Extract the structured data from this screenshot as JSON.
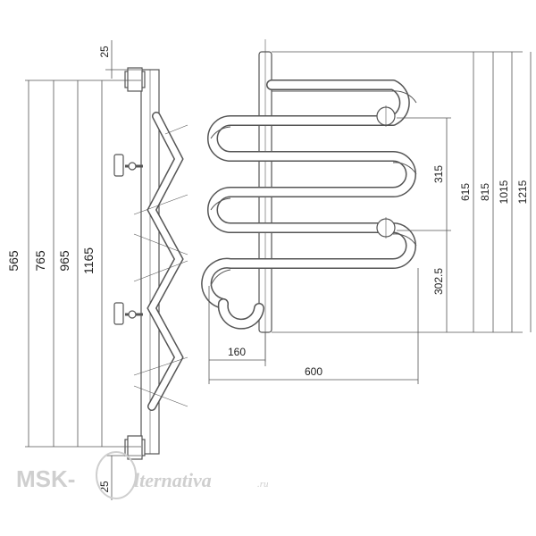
{
  "drawing": {
    "side_view": {
      "top_offset": "25",
      "bottom_offset": "25",
      "heights": [
        "565",
        "765",
        "965",
        "1165"
      ]
    },
    "front_view": {
      "top_gap": "315",
      "bottom_gap": "302.5",
      "heights": [
        "615",
        "815",
        "1015",
        "1215"
      ],
      "wall_offset": "160",
      "total_width": "600"
    }
  },
  "watermark": {
    "brand_left": "MSK-",
    "brand_script": "lternativa",
    "brand_suffix": ".ru",
    "colors": {
      "watermark": "#cfcfcf",
      "lines": "#555555"
    }
  }
}
